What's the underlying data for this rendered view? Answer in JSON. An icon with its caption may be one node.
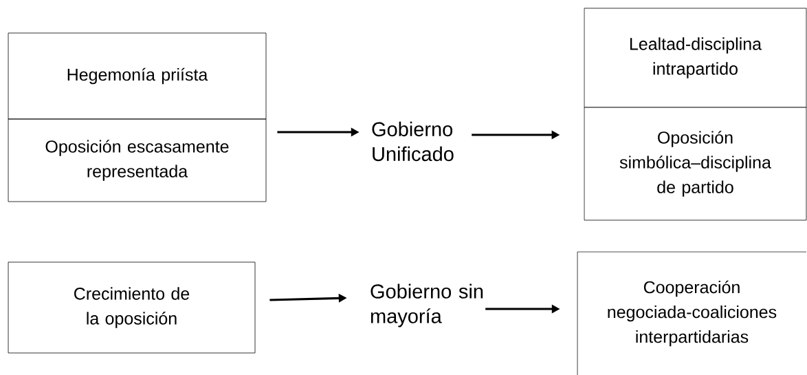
{
  "diagram": {
    "nodes": [
      {
        "text": [
          "Hegemonía priísta"
        ]
      },
      {
        "text": [
          "Oposición escasamente representada"
        ]
      },
      {
        "text": [
          "Gobierno Unificado"
        ]
      },
      {
        "text": [
          "Lealtad-disciplina intrapartido"
        ]
      },
      {
        "text": [
          "Oposición simbólica–disciplina de partido"
        ]
      },
      {
        "text": [
          "Crecimiento de la oposición"
        ]
      },
      {
        "text": [
          "Gobierno sin mayoría"
        ]
      },
      {
        "text": [
          "Cooperación negociada-coaliciones interpartidarias"
        ]
      }
    ],
    "edges": [
      {
        "from": 1,
        "to": 2,
        "arrow": "to"
      },
      {
        "from": 2,
        "to": 4,
        "arrow": "to"
      },
      {
        "from": 5,
        "to": 6,
        "arrow": "to"
      },
      {
        "from": 6,
        "to": 7,
        "arrow": "to"
      }
    ]
  }
}
